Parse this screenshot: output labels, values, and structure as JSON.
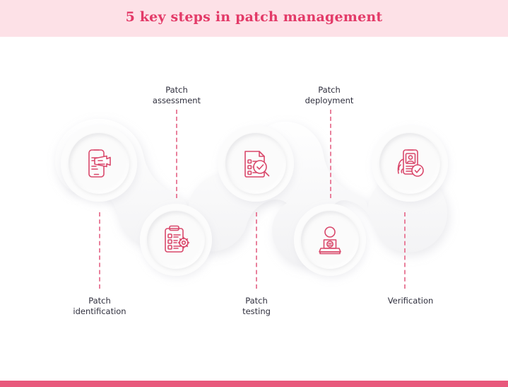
{
  "header": {
    "title": "5 key steps in patch management",
    "band_color": "#fde1e7",
    "title_color": "#e33a68"
  },
  "footer": {
    "bar_color": "#e8597c"
  },
  "theme": {
    "icon_color": "#d9486b",
    "dash_color": "#e9809c",
    "label_color": "#2f2f3d",
    "node_fill": "#fbfbfb",
    "page_background": "#ffffff"
  },
  "diagram": {
    "type": "process-chain",
    "step_count": 5,
    "steps": [
      {
        "index": 1,
        "label_line1": "Patch",
        "label_line2": "identification",
        "label_full": "Patch identification",
        "icon": "smartphone-patch-icon",
        "row": "top",
        "label_position": "bottom"
      },
      {
        "index": 2,
        "label_line1": "Patch",
        "label_line2": "assessment",
        "label_full": "Patch assessment",
        "icon": "clipboard-gear-icon",
        "row": "bottom",
        "label_position": "top"
      },
      {
        "index": 3,
        "label_line1": "Patch",
        "label_line2": "testing",
        "label_full": "Patch testing",
        "icon": "document-magnifier-check-icon",
        "row": "top",
        "label_position": "bottom"
      },
      {
        "index": 4,
        "label_line1": "Patch",
        "label_line2": "deployment",
        "label_full": "Patch deployment",
        "icon": "person-laptop-icon",
        "row": "bottom",
        "label_position": "top"
      },
      {
        "index": 5,
        "label_line1": "Verification",
        "label_line2": "",
        "label_full": "Verification",
        "icon": "hand-phone-check-icon",
        "row": "top",
        "label_position": "bottom"
      }
    ]
  }
}
